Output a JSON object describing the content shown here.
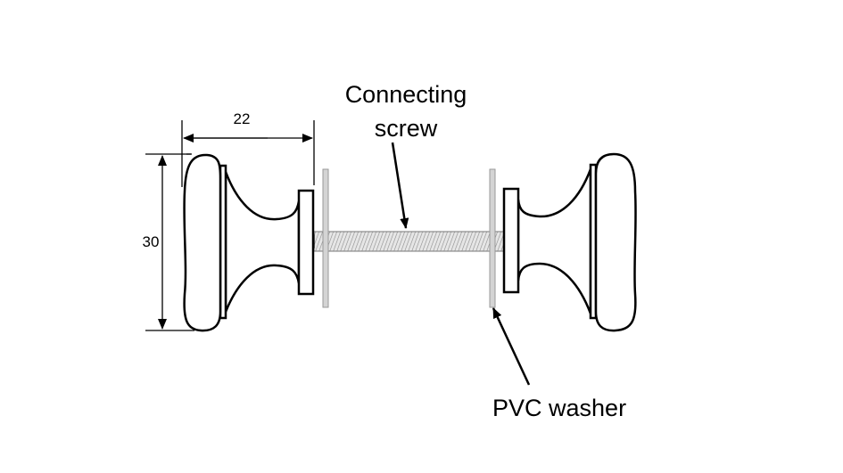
{
  "labels": {
    "connecting_line1": "Connecting",
    "connecting_line2": "screw",
    "washer": "PVC washer"
  },
  "dimensions": {
    "width": "22",
    "height": "30"
  },
  "colors": {
    "line": "#000000",
    "washer": "#c8c8c8",
    "screw_thread": "#9a9a9a"
  }
}
